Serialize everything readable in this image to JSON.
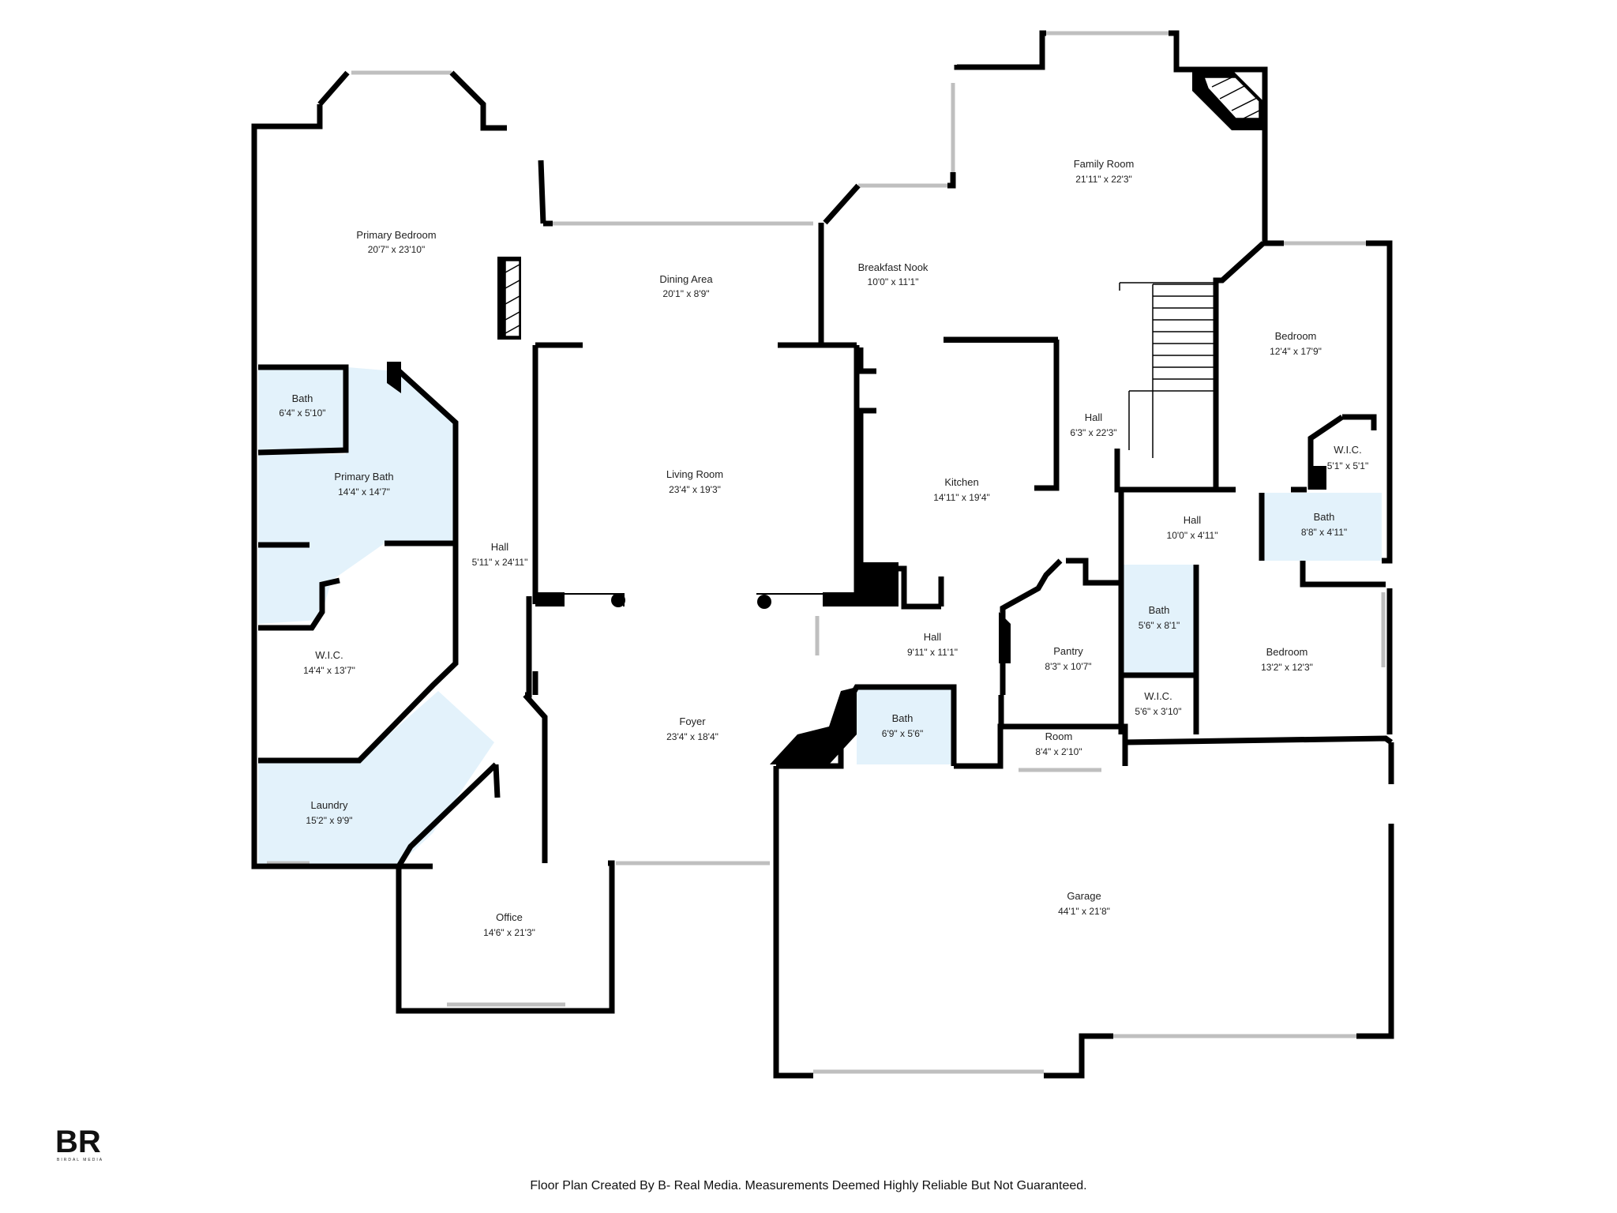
{
  "rooms": {
    "primary_bedroom": {
      "name": "Primary Bedroom",
      "dim": "20'7\" x 23'10\""
    },
    "dining_area": {
      "name": "Dining Area",
      "dim": "20'1\" x 8'9\""
    },
    "breakfast_nook": {
      "name": "Breakfast Nook",
      "dim": "10'0\" x 11'1\""
    },
    "family_room": {
      "name": "Family Room",
      "dim": "21'11\" x 22'3\""
    },
    "bath_primary_small": {
      "name": "Bath",
      "dim": "6'4\" x 5'10\""
    },
    "primary_bath": {
      "name": "Primary Bath",
      "dim": "14'4\" x 14'7\""
    },
    "living_room": {
      "name": "Living Room",
      "dim": "23'4\" x 19'3\""
    },
    "kitchen": {
      "name": "Kitchen",
      "dim": "14'11\" x 19'4\""
    },
    "hall_center": {
      "name": "Hall",
      "dim": "6'3\" x 22'3\""
    },
    "bedroom_upper": {
      "name": "Bedroom",
      "dim": "12'4\" x 17'9\""
    },
    "wic_small": {
      "name": "W.I.C.",
      "dim": "5'1\" x 5'1\""
    },
    "hall_west": {
      "name": "Hall",
      "dim": "5'11\" x 24'11\""
    },
    "hall_east": {
      "name": "Hall",
      "dim": "10'0\" x 4'11\""
    },
    "bath_east": {
      "name": "Bath",
      "dim": "8'8\" x 4'11\""
    },
    "wic_primary": {
      "name": "W.I.C.",
      "dim": "14'4\" x 13'7\""
    },
    "hall_south": {
      "name": "Hall",
      "dim": "9'11\" x 11'1\""
    },
    "pantry": {
      "name": "Pantry",
      "dim": "8'3\" x 10'7\""
    },
    "bath_mid": {
      "name": "Bath",
      "dim": "5'6\" x 8'1\""
    },
    "bedroom_lower": {
      "name": "Bedroom",
      "dim": "13'2\" x 12'3\""
    },
    "wic_mid": {
      "name": "W.I.C.",
      "dim": "5'6\" x 3'10\""
    },
    "foyer": {
      "name": "Foyer",
      "dim": "23'4\" x 18'4\""
    },
    "bath_powder": {
      "name": "Bath",
      "dim": "6'9\" x 5'6\""
    },
    "room_small": {
      "name": "Room",
      "dim": "8'4\" x 2'10\""
    },
    "laundry": {
      "name": "Laundry",
      "dim": "15'2\" x 9'9\""
    },
    "office": {
      "name": "Office",
      "dim": "14'6\" x 21'3\""
    },
    "garage": {
      "name": "Garage",
      "dim": "44'1\" x 21'8\""
    }
  },
  "colors": {
    "wall": "#000000",
    "wet_room_fill": "#e3f2fb",
    "window": "#bfbfbf"
  },
  "logo": {
    "mark": "BR",
    "sub": "BIRDAL MEDIA"
  },
  "footer": "Floor Plan Created By B- Real Media. Measurements Deemed Highly Reliable But Not Guaranteed."
}
